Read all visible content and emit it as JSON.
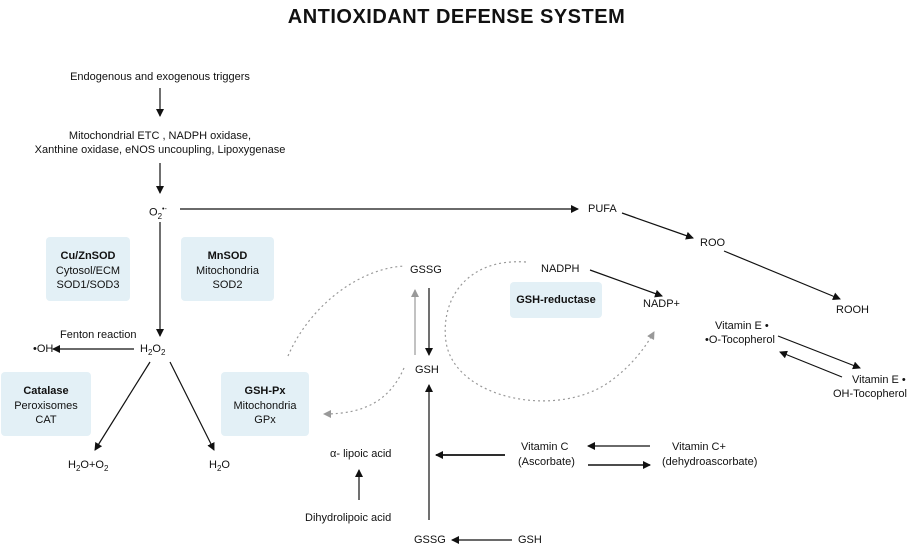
{
  "title": "ANTIOXIDANT DEFENSE SYSTEM",
  "nodes": {
    "triggers": "Endogenous and exogenous triggers",
    "sources_line1": "Mitochondrial ETC , NADPH oxidase,",
    "sources_line2": "Xanthine oxidase, eNOS uncoupling, Lipoxygenase",
    "o2_main": "O",
    "o2_sub": "2",
    "o2_sup": "•-",
    "pufa": "PUFA",
    "roo": "ROO",
    "rooh": "ROOH",
    "h2o2_h": "H",
    "h2o2_sub1": "2",
    "h2o2_o": "O",
    "h2o2_sub2": "2",
    "fenton": "Fenton reaction",
    "oh": "•OH",
    "h2o_o2_h": "H",
    "h2o_o2_sub1": "2",
    "h2o_o2_o": "O+O",
    "h2o_o2_sub2": "2",
    "h2o_h": "H",
    "h2o_sub": "2",
    "h2o_o": "O",
    "gssg_top": "GSSG",
    "gsh_mid": "GSH",
    "gssg_bottom": "GSSG",
    "gsh_bottom": "GSH",
    "nadph": "NADPH",
    "nadp": "NADP+",
    "vit_e_rad_1": "Vitamin E •",
    "vit_e_rad_2": "•O-Tocopherol",
    "vit_e_1": "Vitamin E •",
    "vit_e_2": "OH-Tocopherol",
    "vit_c_1": "Vitamin C",
    "vit_c_2": "(Ascorbate)",
    "vit_cplus_1": "Vitamin C+",
    "vit_cplus_2": "(dehydroascorbate)",
    "lipoic": "α- lipoic acid",
    "dihydro": "Dihydrolipoic acid"
  },
  "boxes": {
    "cuzn": {
      "name": "Cu/ZnSOD",
      "line1": "Cytosol/ECM",
      "line2": "SOD1/SOD3"
    },
    "mn": {
      "name": "MnSOD",
      "line1": "Mitochondria",
      "line2": "SOD2"
    },
    "catalase": {
      "name": "Catalase",
      "line1": "Peroxisomes",
      "line2": "CAT"
    },
    "gshpx": {
      "name": "GSH-Px",
      "line1": "Mitochondria",
      "line2": "GPx"
    },
    "gshred": {
      "name": "GSH-reductase"
    }
  },
  "colors": {
    "box_fill": "#e3f0f6",
    "arrow": "#111111",
    "dashed": "#999999"
  }
}
